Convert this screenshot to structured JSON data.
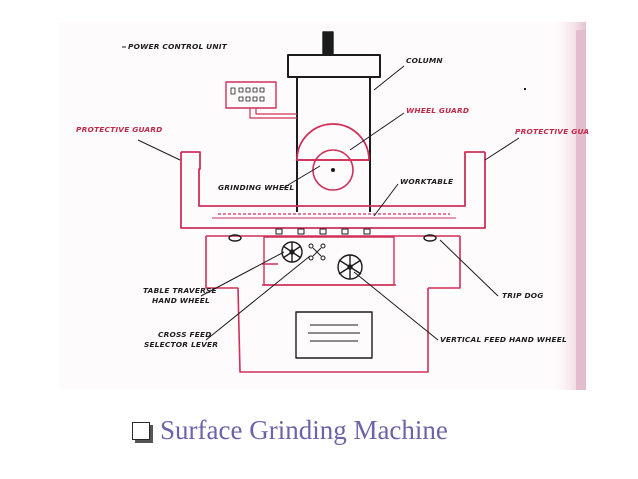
{
  "labels": {
    "power_control_unit": "POWER CONTROL UNIT",
    "column": "COLUMN",
    "wheel_guard": "WHEEL GUARD",
    "protective_guard_left": "PROTECTIVE GUARD",
    "protective_guard_right": "PROTECTIVE GUA",
    "worktable": "WORKTABLE",
    "grinding_wheel": "GRINDING WHEEL",
    "table_traverse_1": "TABLE TRAVERSE",
    "table_traverse_2": "HAND WHEEL",
    "trip_dog": "TRIP DOG",
    "cross_feed_1": "CROSS FEED",
    "cross_feed_2": "SELECTOR LEVER",
    "vertical_feed": "VERTICAL FEED HAND WHEEL"
  },
  "caption": "Surface Grinding Machine",
  "colors": {
    "machine_line": "#d0305a",
    "ink": "#1c1c1c",
    "caption": "#6e63a8",
    "paper_shadow": "#e9c8d6"
  },
  "icons": {
    "caption_bullet": "checkbox-bullet-icon"
  }
}
